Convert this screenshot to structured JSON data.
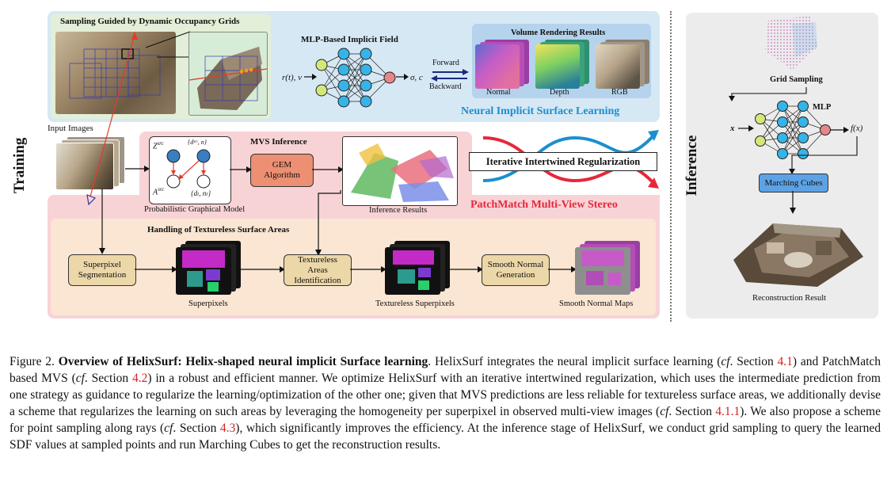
{
  "figure": {
    "training_label": "Training",
    "inference_label": "Inference",
    "neural": {
      "sampling_title": "Sampling Guided by Dynamic Occupancy Grids",
      "mlp_title": "MLP-Based Implicit Field",
      "input_label": "r(t), v",
      "output_label": "σ, c",
      "forward": "Forward",
      "backward": "Backward",
      "volume_title": "Volume Rendering Results",
      "render_labels": [
        "Normal",
        "Depth",
        "RGB"
      ],
      "section_title": "Neural Implicit Surface Learning"
    },
    "input_images_label": "Input Images",
    "mvs": {
      "title": "MVS Inference",
      "pgm_label": "Probabilistic Graphical Model",
      "gem_label": "GEM Algorithm",
      "inference_results_label": "Inference Results",
      "section_title": "PatchMatch Multi-View Stereo",
      "pgm_z": "Z",
      "pgm_z_sup": "src",
      "pgm_a": "A",
      "pgm_a_sup": "src",
      "pgm_top_right": "{d",
      "pgm_bottom_right": "{d"
    },
    "helix_label": "Iterative Intertwined Regularization",
    "textureless": {
      "title": "Handling of Textureless Surface Areas",
      "superpixel_box": "Superpixel Segmentation",
      "superpixels_label": "Superpixels",
      "identification_box": "Textureless Areas Identification",
      "textureless_label": "Textureless Superpixels",
      "smooth_box": "Smooth Normal Generation",
      "smooth_label": "Smooth Normal Maps"
    },
    "inference_panel": {
      "grid_sampling": "Grid Sampling",
      "mlp": "MLP",
      "x_label": "x",
      "fx_label": "f(x)",
      "marching_cubes": "Marching Cubes",
      "reconstruction": "Reconstruction Result"
    },
    "colors": {
      "blue_panel": "#d6e8f4",
      "green_panel": "#e3efd8",
      "pink_panel": "#f8d3d6",
      "tan_panel": "#fae6d2",
      "neuron_blue": "#35b4e8",
      "neuron_green": "#d4e87a",
      "neuron_red": "#e58787",
      "section_blue": "#1b8fcf",
      "section_red": "#e5283c"
    }
  },
  "caption": {
    "fig_label": "Figure 2.",
    "bold_title": "Overview of HelixSurf: Helix-shaped neural implicit Surface learning",
    "p1": ". HelixSurf integrates the neural implicit surface learning (",
    "cf1": "cf",
    "p2": ". Section ",
    "ref1": "4.1",
    "p3": ") and PatchMatch based MVS (",
    "cf2": "cf",
    "p4": ". Section ",
    "ref2": "4.2",
    "p5": ") in a robust and efficient manner. We optimize HelixSurf with an iterative intertwined regularization, which uses the intermediate prediction from one strategy as guidance to regularize the learning/optimization of the other one; given that MVS predictions are less reliable for textureless surface areas, we additionally devise a scheme that regularizes the learning on such areas by leveraging the homogeneity per superpixel in observed multi-view images (",
    "cf3": "cf",
    "p6": ". Section ",
    "ref3": "4.1.1",
    "p7": "). We also propose a scheme for point sampling along rays (",
    "cf4": "cf",
    "p8": ". Section ",
    "ref4": "4.3",
    "p9": "), which significantly improves the efficiency. At the inference stage of HelixSurf, we conduct grid sampling to query the learned SDF values at sampled points and run Marching Cubes to get the reconstruction results."
  }
}
